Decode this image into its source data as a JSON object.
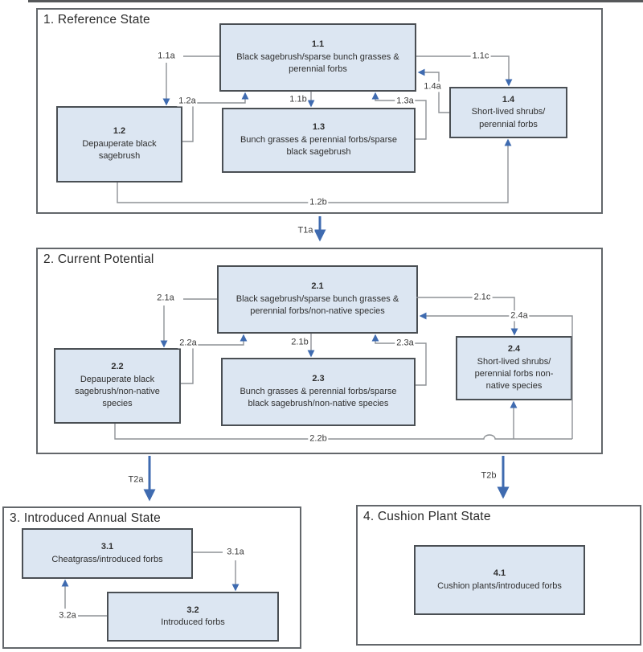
{
  "diagram": {
    "kind": "state-and-transition-model",
    "colors": {
      "box_fill": "#dce6f2",
      "box_border": "#4a4f54",
      "section_border": "#63676b",
      "connector_line": "#8e9296",
      "arrowhead": "#3f6bb0",
      "text": "#2e2e2e"
    }
  },
  "sections": {
    "s1": {
      "title": "1. Reference State"
    },
    "s2": {
      "title": "2. Current Potential"
    },
    "s3": {
      "title": "3. Introduced Annual State"
    },
    "s4": {
      "title": "4. Cushion Plant State"
    }
  },
  "boxes": {
    "b1_1": {
      "num": "1.1",
      "text": "Black sagebrush/sparse bunch grasses & perennial forbs"
    },
    "b1_2": {
      "num": "1.2",
      "text": "Depauperate black sagebrush"
    },
    "b1_3": {
      "num": "1.3",
      "text": "Bunch grasses & perennial forbs/sparse black sagebrush"
    },
    "b1_4": {
      "num": "1.4",
      "text": "Short-lived shrubs/ perennial forbs"
    },
    "b2_1": {
      "num": "2.1",
      "text": "Black sagebrush/sparse bunch grasses & perennial forbs/non-native species"
    },
    "b2_2": {
      "num": "2.2",
      "text": "Depauperate black sagebrush/non-native species"
    },
    "b2_3": {
      "num": "2.3",
      "text": "Bunch grasses & perennial forbs/sparse black sagebrush/non-native species"
    },
    "b2_4": {
      "num": "2.4",
      "text": "Short-lived shrubs/ perennial forbs non-native species"
    },
    "b3_1": {
      "num": "3.1",
      "text": "Cheatgrass/introduced forbs"
    },
    "b3_2": {
      "num": "3.2",
      "text": "Introduced forbs"
    },
    "b4_1": {
      "num": "4.1",
      "text": "Cushion plants/introduced forbs"
    }
  },
  "pathway_labels": {
    "p1_1a": "1.1a",
    "p1_2a": "1.2a",
    "p1_1b": "1.1b",
    "p1_3a": "1.3a",
    "p1_1c": "1.1c",
    "p1_4a": "1.4a",
    "p1_2b": "1.2b",
    "p2_1a": "2.1a",
    "p2_2a": "2.2a",
    "p2_1b": "2.1b",
    "p2_3a": "2.3a",
    "p2_1c": "2.1c",
    "p2_4a": "2.4a",
    "p2_2b": "2.2b",
    "p3_1a": "3.1a",
    "p3_2a": "3.2a"
  },
  "transitions": {
    "t1a": "T1a",
    "t2a": "T2a",
    "t2b": "T2b"
  }
}
